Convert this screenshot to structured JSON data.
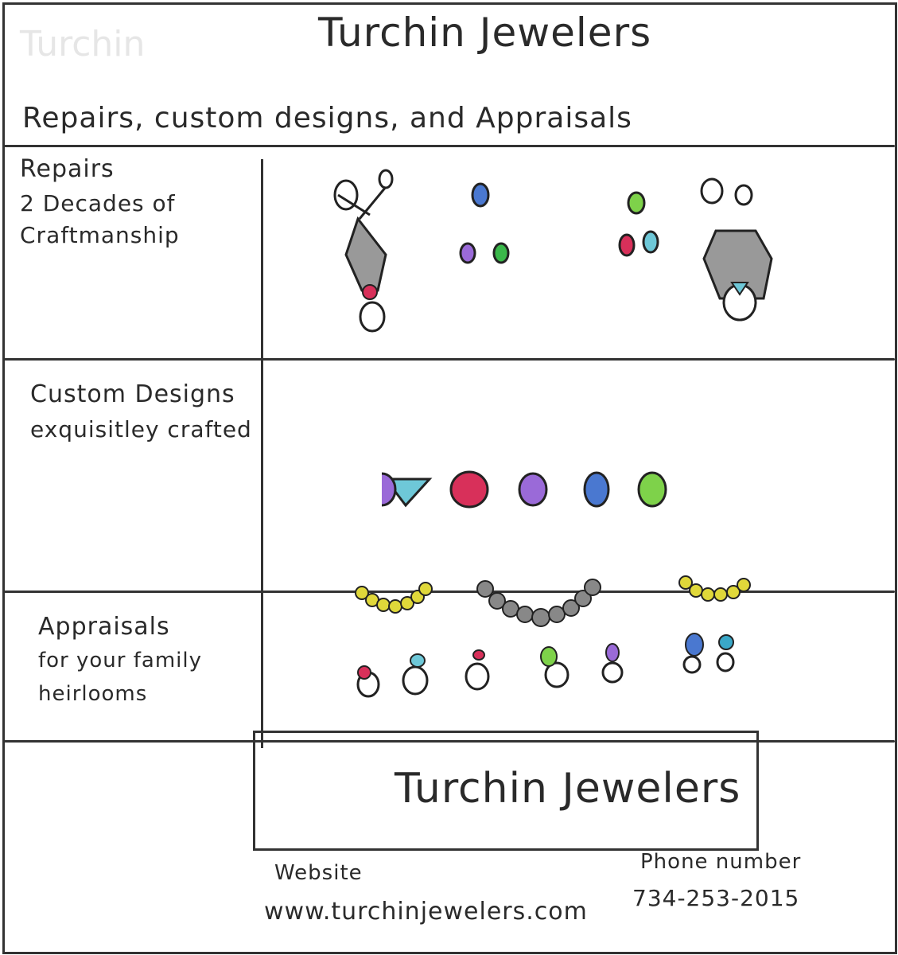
{
  "header": {
    "title": "Turchin Jewelers",
    "tagline": "Repairs, custom designs, and Appraisals"
  },
  "sections": [
    {
      "title": "Repairs",
      "description": "2 Decades of Craftmanship"
    },
    {
      "title": "Custom Designs",
      "description": "exquisitley crafted"
    },
    {
      "title": "Appraisals",
      "description": "for your family heirlooms"
    }
  ],
  "footer": {
    "logo": "Turchin Jewelers",
    "website_label": "Website",
    "website": "www.turchinjewelers.com",
    "phone_label": "Phone number",
    "phone": "734-253-2015"
  },
  "colors": {
    "ink": "#2a2a2a",
    "gem_blue": "#4a78d0",
    "gem_green": "#7ed24a",
    "gem_purple": "#9a6ad8",
    "gem_red": "#d8305a",
    "gem_teal": "#6ec8d8",
    "gold": "#e0d83a",
    "gray": "#888888"
  }
}
